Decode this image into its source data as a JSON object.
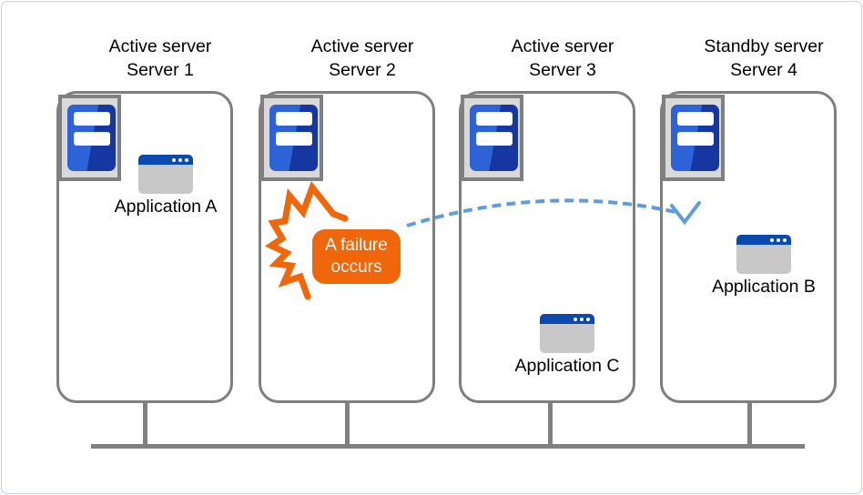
{
  "servers": [
    {
      "role": "Active server",
      "name": "Server 1",
      "application": "Application A"
    },
    {
      "role": "Active server",
      "name": "Server 2",
      "failure": {
        "line1": "A failure",
        "line2": "occurs"
      }
    },
    {
      "role": "Active server",
      "name": "Server 3",
      "application": "Application C"
    },
    {
      "role": "Standby server",
      "name": "Server 4",
      "application": "Application B"
    }
  ],
  "icons": {
    "server_tower": "server-tower-icon",
    "application_window": "application-window-icon",
    "failure_burst": "failure-burst-icon",
    "failover_arrow": "failover-arrow-icon"
  },
  "colors": {
    "failure_orange": "#f0660a",
    "arrow_blue": "#5d9ddb",
    "line_gray": "#808080",
    "box_border_gray": "#7f7f7f",
    "icon_panel_gray": "#d9d9d9",
    "server_blue_light": "#2e63d8",
    "server_blue_dark": "#16379f",
    "window_titlebar_blue": "#0a4aae",
    "window_body_gray": "#c8c8c8",
    "text_black": "#000000",
    "failure_text_white": "#ffffff"
  }
}
